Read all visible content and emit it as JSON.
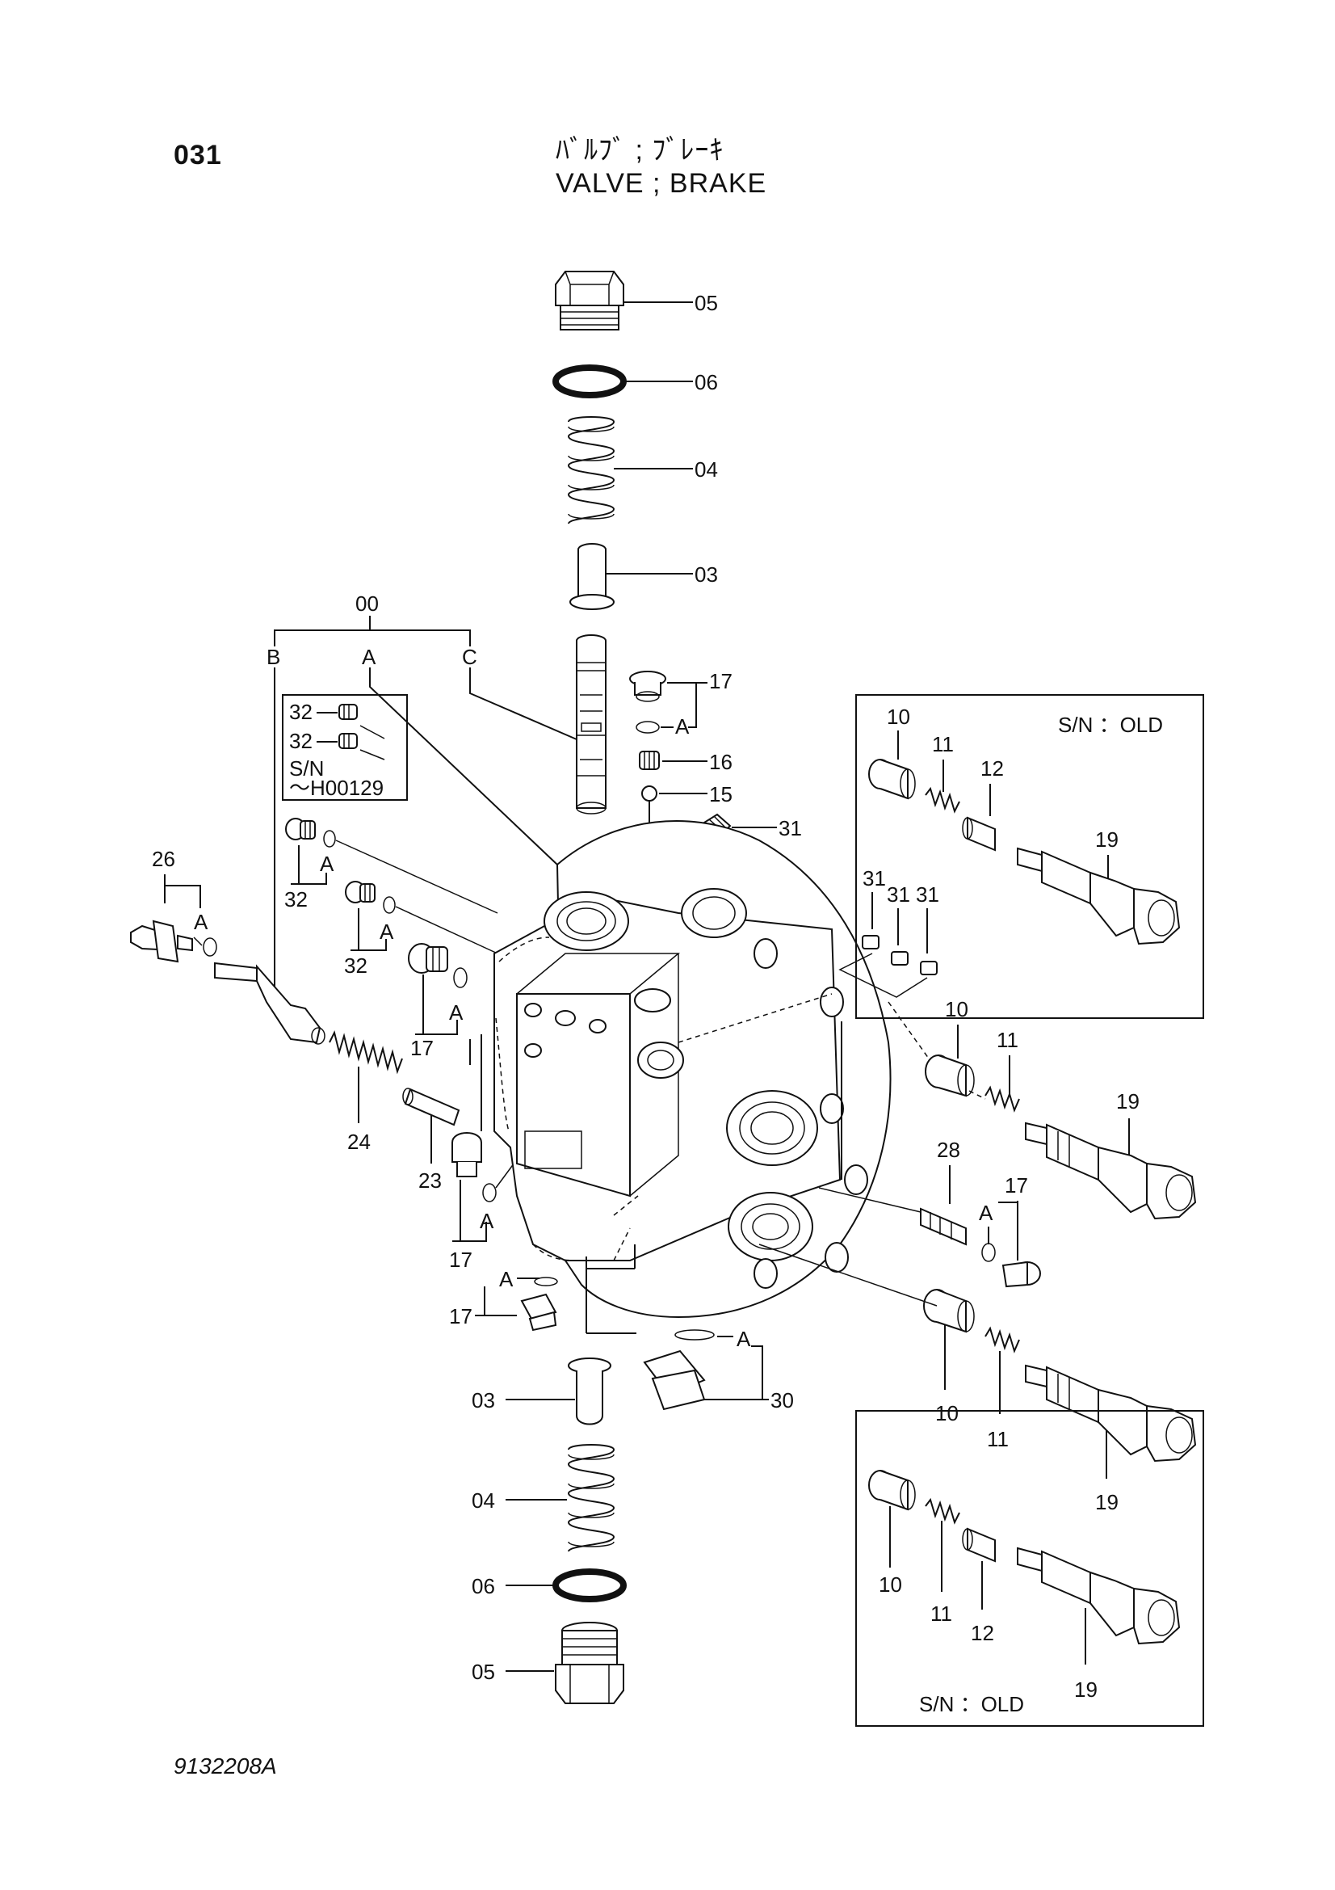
{
  "header": {
    "page_number": "031",
    "title_jp": "ﾊﾞﾙﾌﾞ ; ﾌﾞﾚｰｷ",
    "title_en": "VALVE ; BRAKE"
  },
  "footer": {
    "drawing_number": "9132208A"
  },
  "callouts": {
    "p05a": "05",
    "p06a": "06",
    "p04a": "04",
    "p03a": "03",
    "p00": "00",
    "grpB": "B",
    "grpA": "A",
    "grpC": "C",
    "p17a": "17",
    "p17a_A": "A",
    "p16": "16",
    "p15": "15",
    "p31a": "31",
    "p32a": "32",
    "p32b": "32",
    "sn_label": "S/N",
    "sn_range": "～H00129",
    "p26": "26",
    "p26_A": "A",
    "p32c": "32",
    "p32c_A": "A",
    "p32d": "32",
    "p32d_A": "A",
    "p17b": "17",
    "p17b_A": "A",
    "p24": "24",
    "p23": "23",
    "p17c": "17",
    "p17c_A": "A",
    "p17d": "17",
    "p17d_A": "A",
    "p30": "30",
    "p30_A": "A",
    "p03b": "03",
    "p04b": "04",
    "p06b": "06",
    "p05b": "05",
    "p31b": "31",
    "p31c": "31",
    "p31d": "31",
    "p10a": "10",
    "p11a": "11",
    "p19a": "19",
    "p28": "28",
    "p17e": "17",
    "p17e_A": "A",
    "p10b": "10",
    "p11b": "11",
    "p19b": "19"
  },
  "insets": {
    "top_right": {
      "sn": "S/N ：OLD",
      "p10": "10",
      "p11": "11",
      "p12": "12",
      "p19": "19"
    },
    "bottom_right": {
      "sn": "S/N ：OLD",
      "p10": "10",
      "p11": "11",
      "p12": "12",
      "p19": "19"
    }
  }
}
